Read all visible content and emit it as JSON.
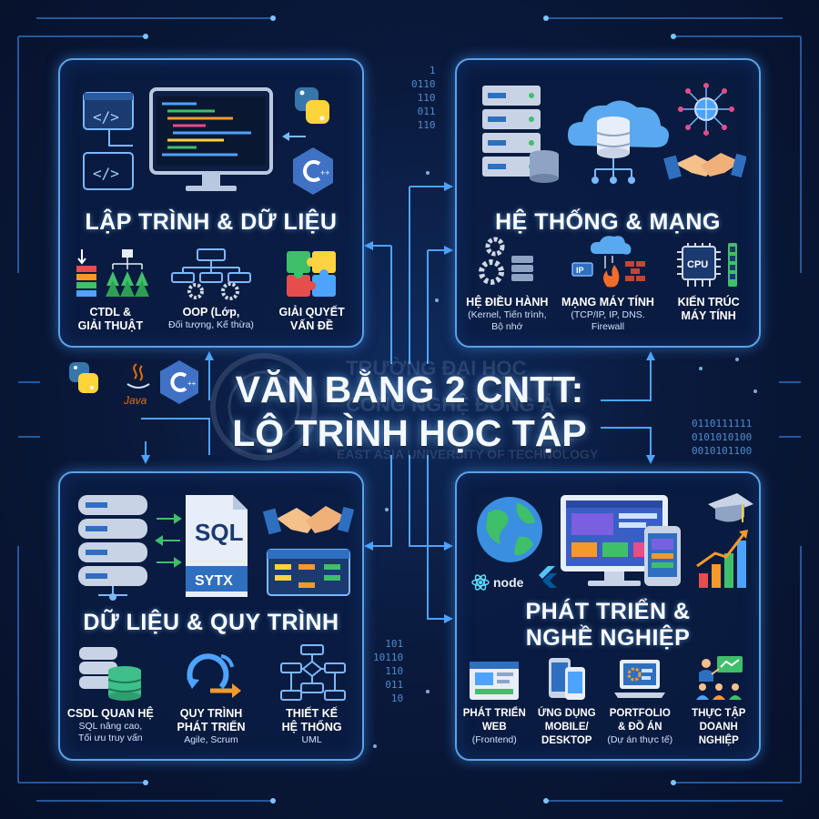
{
  "center": {
    "title_line1": "VĂN BẰNG 2 CNTT:",
    "title_line2": "LỘ TRÌNH HỌC TẬP"
  },
  "watermark": {
    "line1": "TRƯỜNG ĐẠI HỌC",
    "line2": "CÔNG NGHỆ ĐÔNG Á",
    "line3": "EAST ASIA UNIVERSITY OF TECHNOLOGY"
  },
  "languages": {
    "java_label": "Java"
  },
  "panels": {
    "programming": {
      "title": "LẬP TRÌNH & DỮ LIỆU",
      "items": [
        {
          "title_a": "CTDL &",
          "title_b": "GIẢI THUẬT",
          "sub_a": "",
          "sub_b": ""
        },
        {
          "title_a": "OOP (Lớp,",
          "title_b": "",
          "sub_a": "Đối tượng, Kế thừa)",
          "sub_b": ""
        },
        {
          "title_a": "GIẢI QUYẾT",
          "title_b": "VẤN ĐỀ",
          "sub_a": "",
          "sub_b": ""
        }
      ]
    },
    "systems": {
      "title": "HỆ THỐNG & MẠNG",
      "items": [
        {
          "title_a": "HỆ ĐIỀU HÀNH",
          "title_b": "",
          "sub_a": "(Kernel, Tiến trình,",
          "sub_b": "Bộ nhớ"
        },
        {
          "title_a": "MẠNG MÁY TÍNH",
          "title_b": "",
          "sub_a": "(TCP/IP, IP, DNS.",
          "sub_b": "Firewall"
        },
        {
          "title_a": "KIẾN TRÚC",
          "title_b": "MÁY TÍNH",
          "sub_a": "",
          "sub_b": ""
        }
      ],
      "ip_label": "IP",
      "cpu_label": "CPU"
    },
    "data": {
      "title": "DỮ LIỆU & QUY TRÌNH",
      "sql_label": "SQL",
      "sytx_label": "SYTX",
      "items": [
        {
          "title_a": "CSDL QUAN HỆ",
          "title_b": "",
          "sub_a": "SQL nâng cao,",
          "sub_b": "Tối ưu truy vấn"
        },
        {
          "title_a": "QUY TRÌNH",
          "title_b": "PHÁT TRIỂN",
          "sub_a": "Agile, Scrum",
          "sub_b": ""
        },
        {
          "title_a": "THIẾT KẾ",
          "title_b": "HỆ THỐNG",
          "sub_a": "UML",
          "sub_b": ""
        }
      ]
    },
    "career": {
      "title_line1": "PHÁT TRIỂN &",
      "title_line2": "NGHỀ NGHIỆP",
      "node_label": "node",
      "items": [
        {
          "title_a": "PHÁT TRIỂN",
          "title_b": "WEB",
          "sub_a": "(Frontend)",
          "sub_b": ""
        },
        {
          "title_a": "ỨNG DỤNG",
          "title_b": "MOBILE/",
          "title_c": "DESKTOP",
          "sub_a": "",
          "sub_b": ""
        },
        {
          "title_a": "PORTFOLIO",
          "title_b": "& ĐỒ ÁN",
          "sub_a": "(Dự án thực tế)",
          "sub_b": ""
        },
        {
          "title_a": "THỰC TẬP",
          "title_b": "DOANH NGHIỆP",
          "sub_a": "",
          "sub_b": ""
        }
      ]
    }
  },
  "binary": {
    "top": "1\n0110\n110\n011\n110",
    "right": "0110111111\n0101010100\n0010101100",
    "bottom": "101\n10110\n110\n011\n10"
  },
  "colors": {
    "panel_border": "#5aa2e8",
    "accent_blue": "#4da3ff",
    "accent_orange": "#f39a2b",
    "accent_green": "#3fbf6a",
    "accent_yellow": "#ffd23f"
  }
}
